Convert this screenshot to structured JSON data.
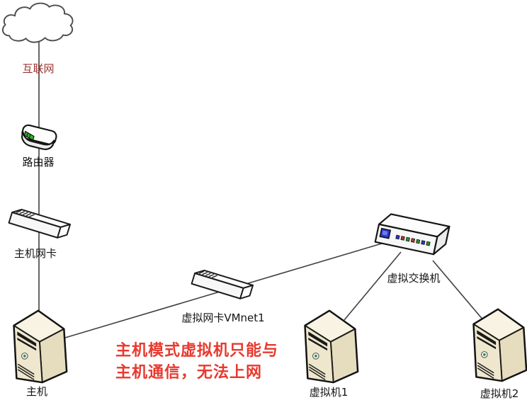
{
  "title": "Host-only virtual network diagram",
  "colors": {
    "annotation_red": "#e8392f",
    "internet_label": "#993633",
    "line": "#404040",
    "tower_front": "#efe7cd",
    "tower_side": "#e6ddbe",
    "tower_top": "#f8f3e2",
    "led_green": "#1f8a3a",
    "switch_screen_blue": "#2a35c8"
  },
  "nodes": {
    "internet": {
      "label": "互联网",
      "type": "cloud"
    },
    "router": {
      "label": "路由器",
      "type": "router"
    },
    "host_nic": {
      "label": "主机网卡",
      "type": "network-adapter"
    },
    "vmnet1_nic": {
      "label": "虚拟网卡VMnet1",
      "type": "network-adapter"
    },
    "virtual_switch": {
      "label": "虚拟交换机",
      "type": "switch"
    },
    "host": {
      "label": "主机",
      "type": "computer"
    },
    "vm1": {
      "label": "虚拟机1",
      "type": "computer"
    },
    "vm2": {
      "label": "虚拟机2",
      "type": "computer"
    }
  },
  "connections": [
    {
      "from": "internet",
      "to": "router"
    },
    {
      "from": "router",
      "to": "host_nic"
    },
    {
      "from": "host_nic",
      "to": "host"
    },
    {
      "from": "host",
      "to": "virtual_switch",
      "via": "vmnet1_nic"
    },
    {
      "from": "virtual_switch",
      "to": "vm1"
    },
    {
      "from": "virtual_switch",
      "to": "vm2"
    }
  ],
  "annotation": {
    "line1": "主机模式虚拟机只能与",
    "line2": "主机通信，无法上网"
  }
}
